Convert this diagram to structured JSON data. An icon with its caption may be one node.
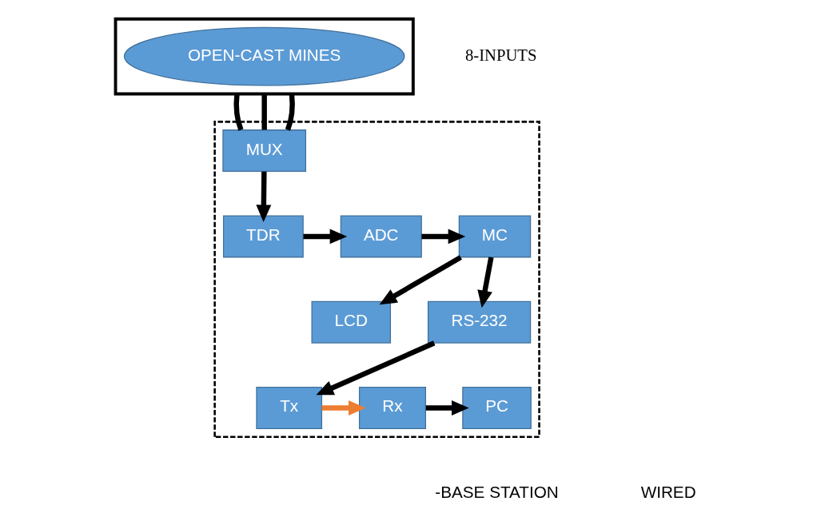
{
  "diagram": {
    "nodes": [
      {
        "text": [],
        "shape": "box"
      },
      {
        "text": [
          "OPEN-CAST MINES"
        ],
        "in": 0
      },
      {
        "text": [],
        "shape": "box"
      },
      {
        "text": [
          "MUX"
        ],
        "in": 2
      },
      {
        "text": [
          "TDR"
        ],
        "in": 2
      },
      {
        "text": [
          "ADC"
        ],
        "in": 2
      },
      {
        "text": [
          "MC"
        ],
        "in": 2
      },
      {
        "text": [
          "LCD"
        ],
        "in": 2
      },
      {
        "text": [
          "RS-232"
        ],
        "in": 2
      },
      {
        "text": [
          "PC"
        ],
        "in": 2
      },
      {
        "text": [
          "Rx"
        ],
        "in": 2
      },
      {
        "text": [
          "Tx"
        ],
        "in": 2
      }
    ],
    "edges": [
      {
        "from": 0,
        "to": 3,
        "arrow": "none"
      },
      {
        "from": 0,
        "to": 3,
        "arrow": "none"
      },
      {
        "from": 0,
        "to": 3,
        "arrow": "none"
      },
      {
        "from": 3,
        "to": 4,
        "arrow": "to"
      },
      {
        "from": 4,
        "to": 5,
        "arrow": "to"
      },
      {
        "from": 5,
        "to": 6,
        "arrow": "to"
      },
      {
        "from": 6,
        "to": 7,
        "arrow": "to"
      },
      {
        "from": 6,
        "to": 8,
        "arrow": "to"
      },
      {
        "from": 8,
        "to": 11,
        "arrow": "to"
      },
      {
        "from": 11,
        "to": 10,
        "arrow": "to",
        "color": "#ed7d31"
      },
      {
        "from": 10,
        "to": 9,
        "arrow": "to"
      }
    ],
    "labels": [
      "8-INPUTS"
    ],
    "legend": [
      {
        "text": "-BASE STATION"
      },
      {
        "text": "WIRED"
      }
    ]
  }
}
